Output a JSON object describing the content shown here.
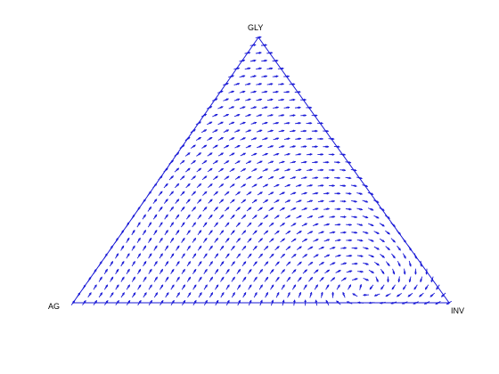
{
  "diagram": {
    "type": "ternary-vector-field",
    "vertices": [
      {
        "id": "gly",
        "label": "GLY"
      },
      {
        "id": "ag",
        "label": "AG"
      },
      {
        "id": "inv",
        "label": "INV"
      }
    ],
    "colors": {
      "field": "#1a1ad6",
      "outline": "#1a1ad6",
      "label": "#000000",
      "background": "#ffffff"
    },
    "field": {
      "rest_point": {
        "gly": 0.06,
        "ag": 0.2,
        "inv": 0.74
      },
      "rotation_direction": "counterclockwise"
    }
  }
}
